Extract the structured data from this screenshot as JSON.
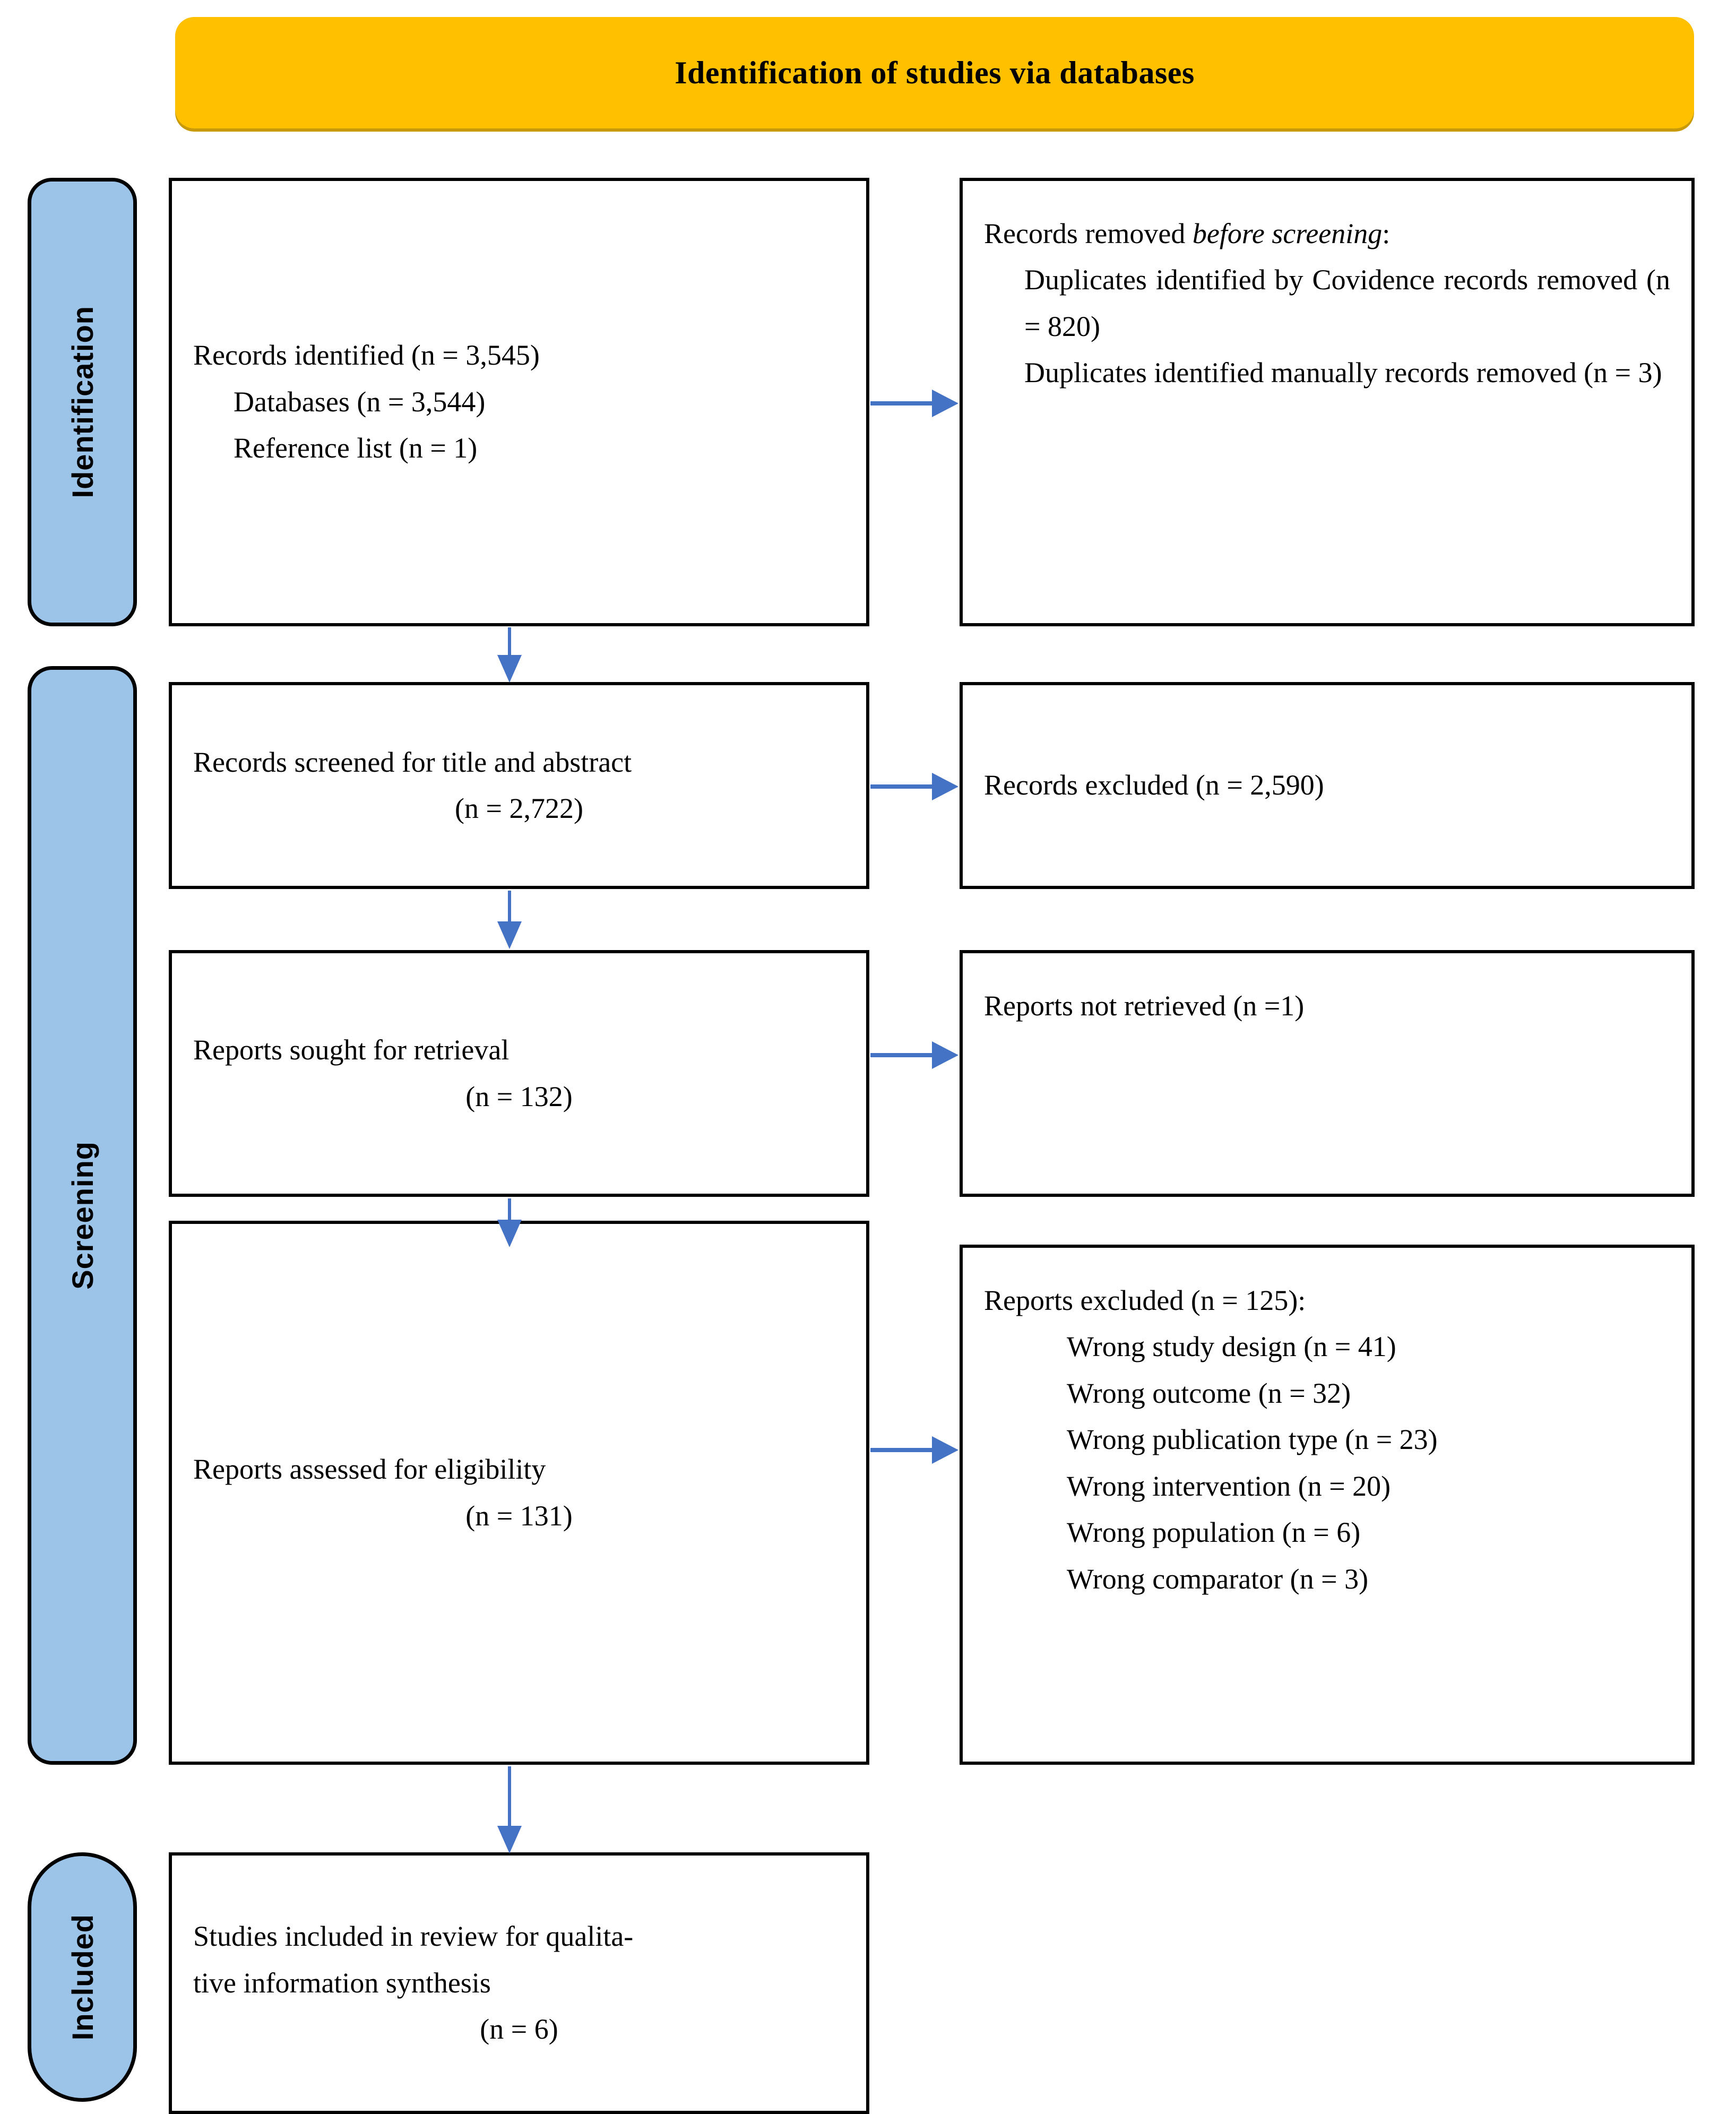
{
  "banner": {
    "title": "Identification of studies via databases"
  },
  "stages": [
    {
      "key": "identification",
      "label": "Identification"
    },
    {
      "key": "screening",
      "label": "Screening"
    },
    {
      "key": "included",
      "label": "Included"
    }
  ],
  "boxes": {
    "records_identified": {
      "line1": "Records identified (n = 3,545)",
      "line2": "Databases (n = 3,544)",
      "line3": "Reference list (n = 1)"
    },
    "records_removed": {
      "heading_before": "Records removed ",
      "heading_italic": "before screening",
      "heading_after": ":",
      "item1": "Duplicates identified by Covidence records removed (n = 820)",
      "item2": "Duplicates identified manually records removed (n = 3)"
    },
    "records_screened": {
      "line1": "Records screened for title and abstract",
      "line2": "(n = 2,722)"
    },
    "records_excluded": {
      "line1": "Records excluded (n = 2,590)"
    },
    "reports_sought": {
      "line1": "Reports sought for retrieval",
      "line2": "(n = 132)"
    },
    "reports_not_retrieved": {
      "line1": "Reports not retrieved (n =1)"
    },
    "reports_assessed": {
      "line1": "Reports assessed for eligibility",
      "line2": "(n = 131)"
    },
    "reports_excluded": {
      "heading": "Reports excluded (n = 125):",
      "reasons": [
        "Wrong study design (n = 41)",
        "Wrong outcome (n = 32)",
        "Wrong publication type (n = 23)",
        "Wrong intervention (n = 20)",
        "Wrong population (n = 6)",
        "Wrong comparator (n = 3)"
      ]
    },
    "studies_included": {
      "line1": "Studies included in review for qualita-",
      "line2": "tive information synthesis",
      "line3": "(n = 6)"
    }
  },
  "colors": {
    "banner_fill": "#FFC000",
    "stage_fill": "#9CC3E8",
    "arrow": "#4472C4",
    "box_border": "#000000"
  }
}
